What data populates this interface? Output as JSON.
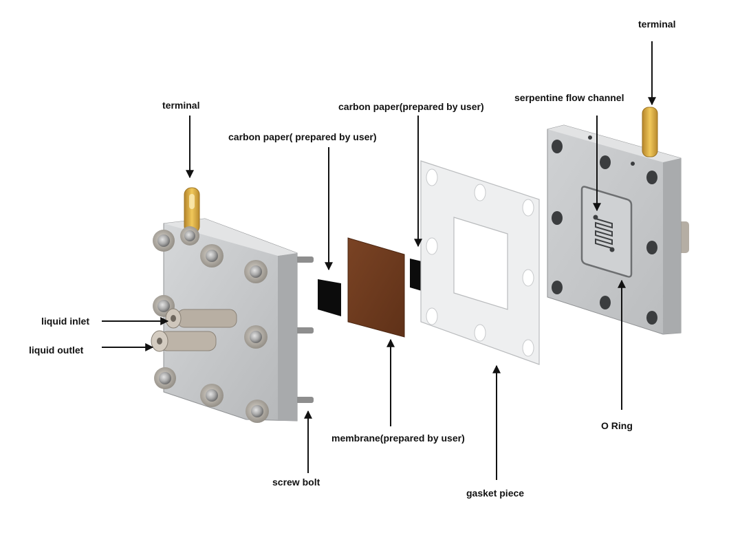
{
  "labels": {
    "terminal_left": "terminal",
    "terminal_right": "terminal",
    "carbon_paper_left": "carbon paper( prepared by user)",
    "carbon_paper_right": "carbon paper(prepared by user)",
    "serpentine": "serpentine flow channel",
    "liquid_inlet": "liquid inlet",
    "liquid_outlet": "liquid outlet",
    "membrane": "membrane(prepared by user)",
    "screw_bolt": "screw bolt",
    "gasket": "gasket piece",
    "o_ring": "O Ring"
  },
  "colors": {
    "background": "#ffffff",
    "steel_plate": "#c4c6c8",
    "steel_edge": "#9a9c9e",
    "membrane": "#6e3b1e",
    "carbon_paper": "#0c0c0c",
    "gasket": "#eeeff0",
    "terminal_brass": "#d8a93a",
    "fitting": "#b9b1a6",
    "arrow": "#111111"
  }
}
